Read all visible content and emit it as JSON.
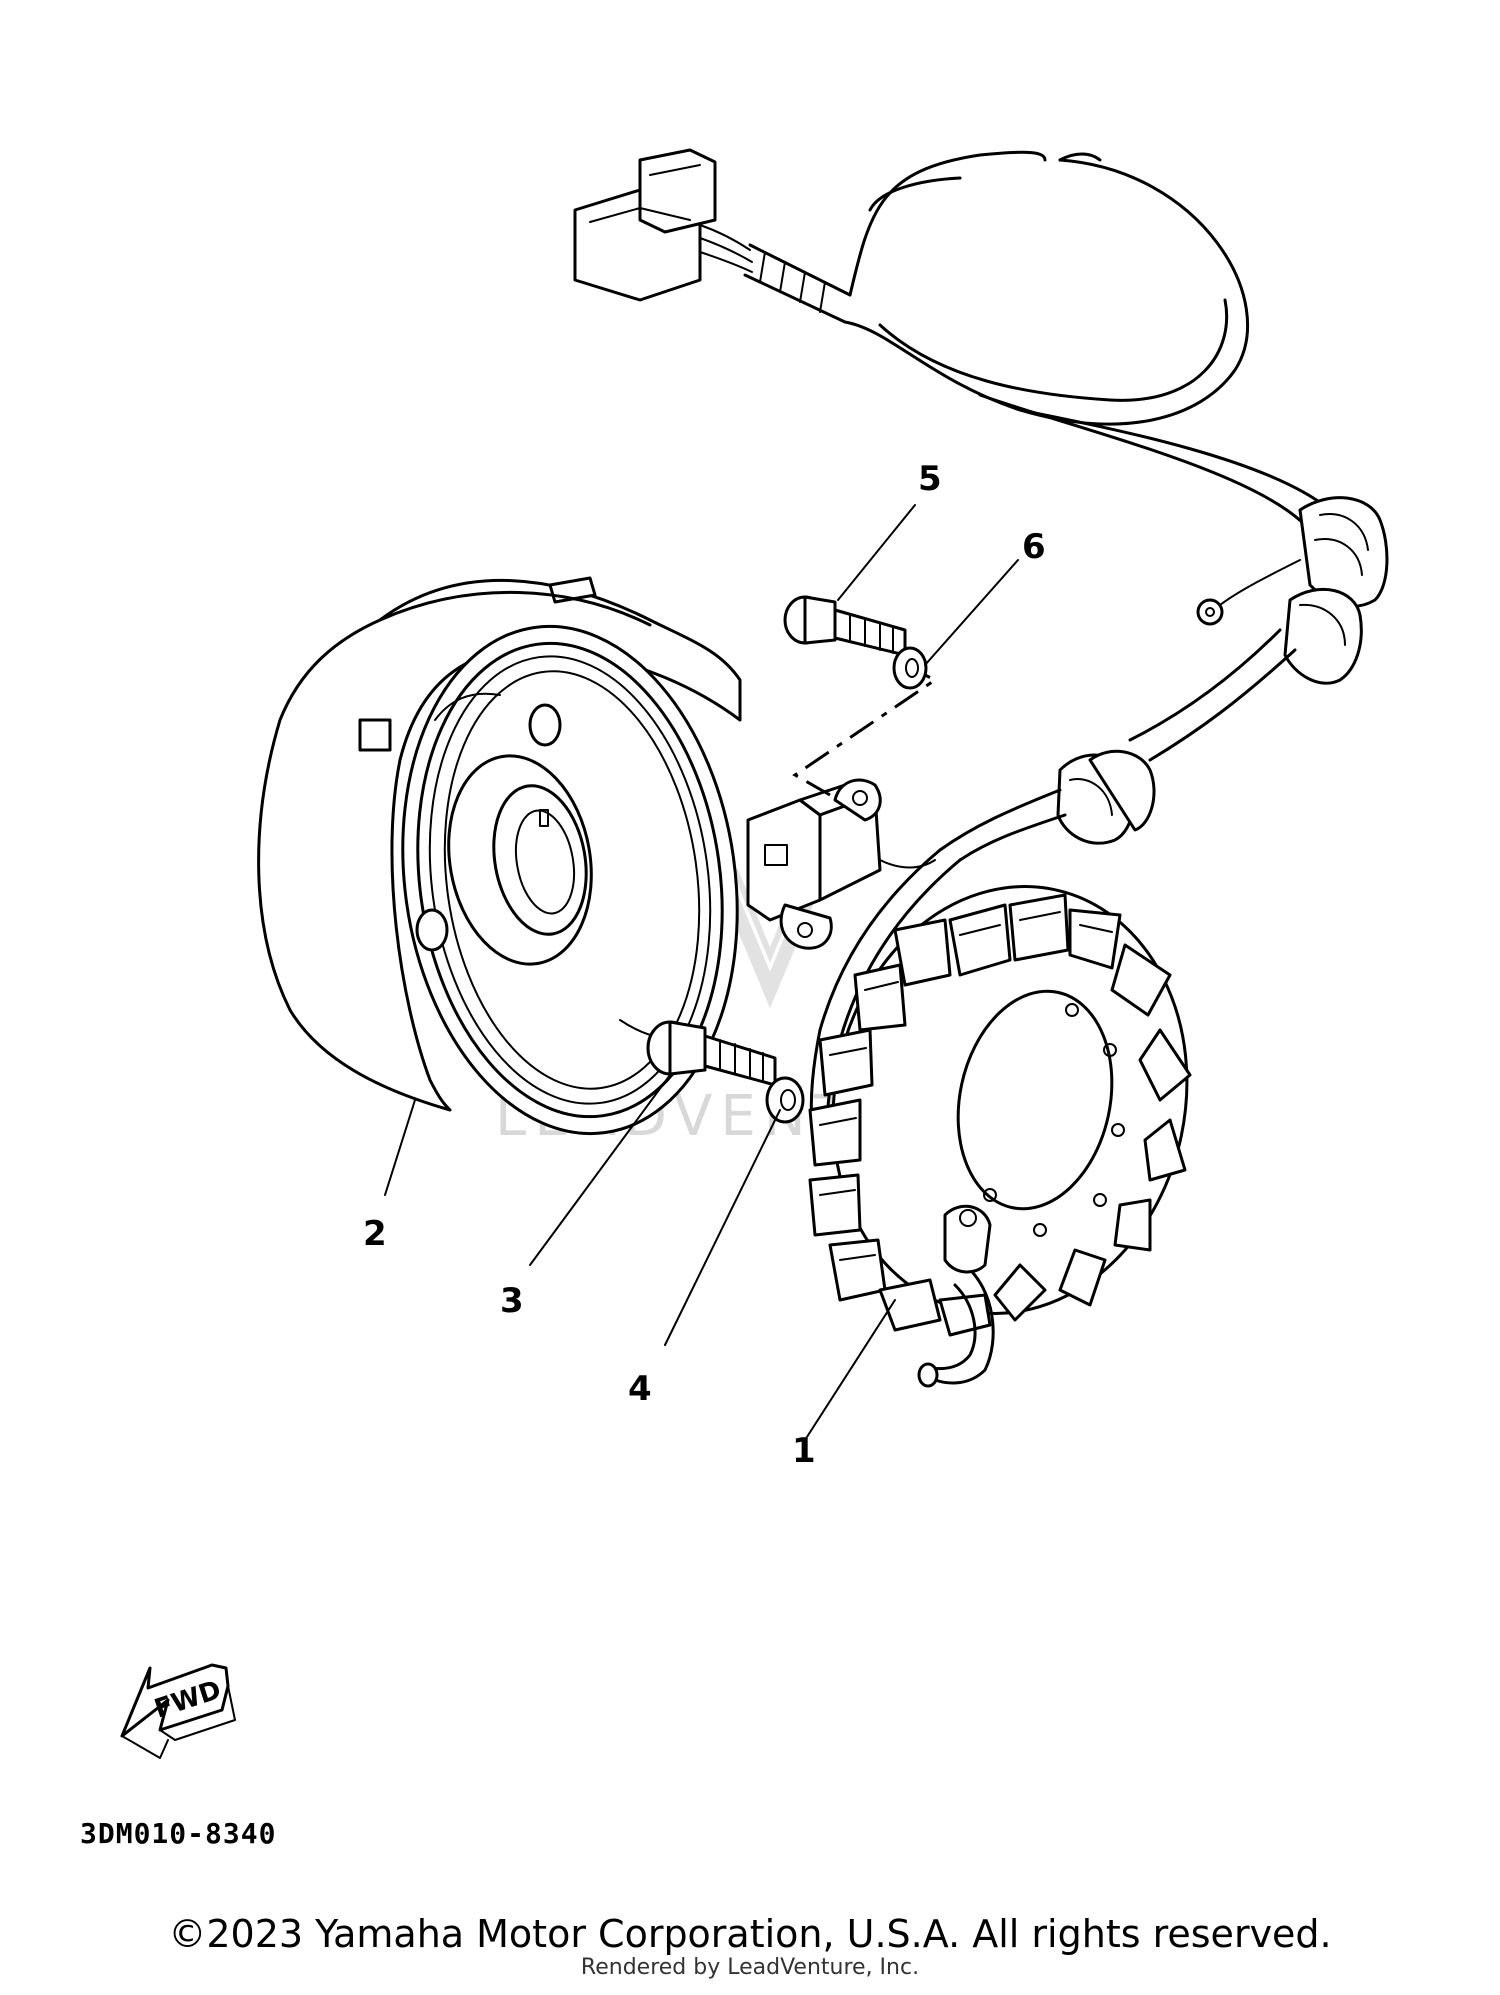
{
  "diagram": {
    "part_labels": [
      "1",
      "2",
      "3",
      "4",
      "5",
      "6"
    ],
    "direction_arrow_label": "FWD",
    "diagram_code": "3DM010-8340",
    "watermark": "LEADVENTURE"
  },
  "footer": {
    "copyright": "©2023 Yamaha Motor Corporation, U.S.A. All rights reserved.",
    "rendered_by": "Rendered by LeadVenture, Inc."
  }
}
